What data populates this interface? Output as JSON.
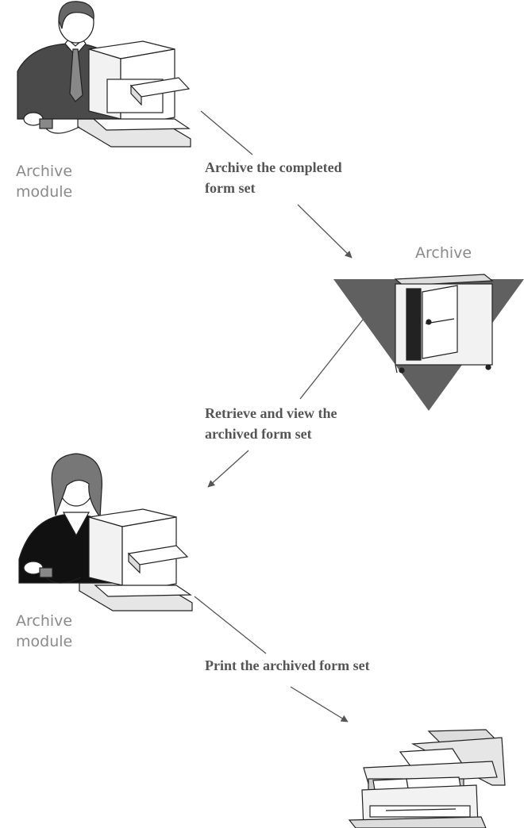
{
  "diagram": {
    "module_label_top": {
      "line1": "Archive",
      "line2": "module"
    },
    "step1": {
      "line1": "Archive the completed",
      "line2": "form set"
    },
    "archive_label": "Archive",
    "step2": {
      "line1": "Retrieve and view the",
      "line2": "archived form set"
    },
    "module_label_bottom": {
      "line1": "Archive",
      "line2": "module"
    },
    "step3": "Print the archived form set"
  },
  "icons": {
    "user_top": "man-at-computer-icon",
    "archive": "archive-cabinet-icon",
    "user_bottom": "woman-at-computer-icon",
    "printer": "printer-icon"
  },
  "colors": {
    "arrow": "#555555",
    "label_gray": "#8a8a8a",
    "step_text": "#555555",
    "triangle": "#606060"
  }
}
